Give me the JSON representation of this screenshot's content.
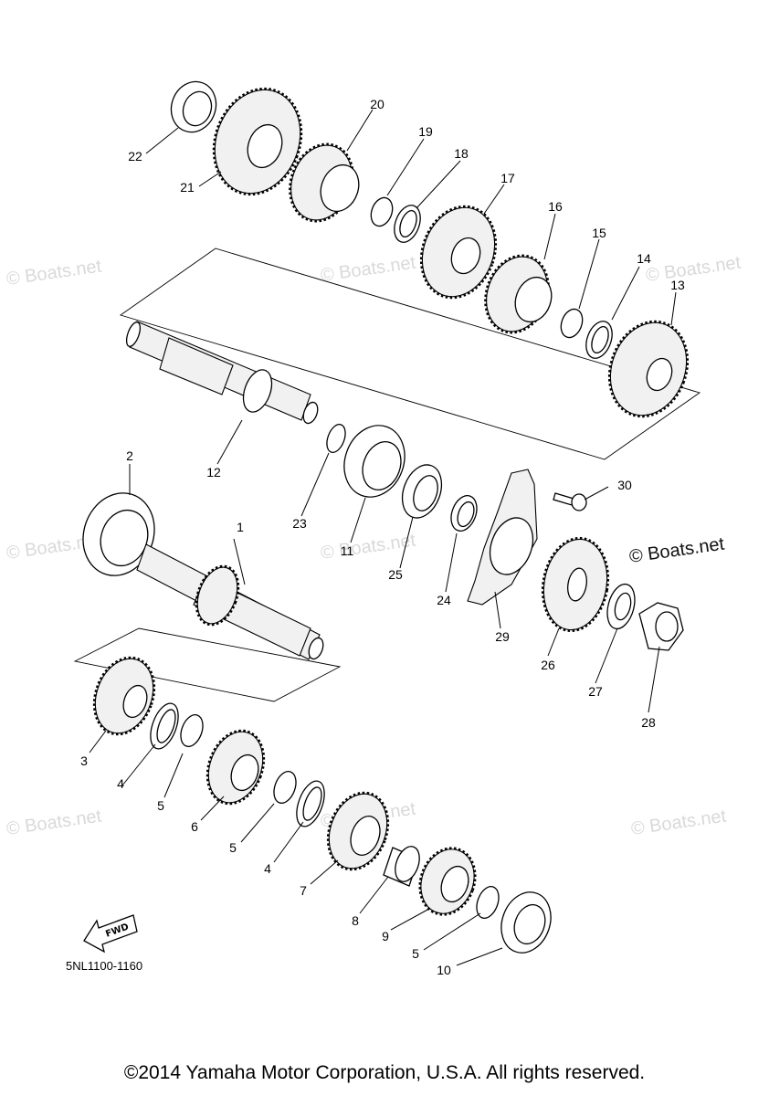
{
  "watermark_text": "© Boats.net",
  "brand_label": "© Boats.net",
  "drawing_number": "5NL1100-1160",
  "fwd_label": "FWD",
  "copyright": "©2014 Yamaha Motor Corporation, U.S.A. All rights reserved.",
  "callouts": [
    "1",
    "2",
    "3",
    "4",
    "5",
    "6",
    "5",
    "4",
    "7",
    "8",
    "9",
    "5",
    "10",
    "11",
    "12",
    "13",
    "14",
    "15",
    "16",
    "17",
    "18",
    "19",
    "20",
    "21",
    "22",
    "23",
    "24",
    "25",
    "26",
    "27",
    "28",
    "29",
    "30"
  ]
}
